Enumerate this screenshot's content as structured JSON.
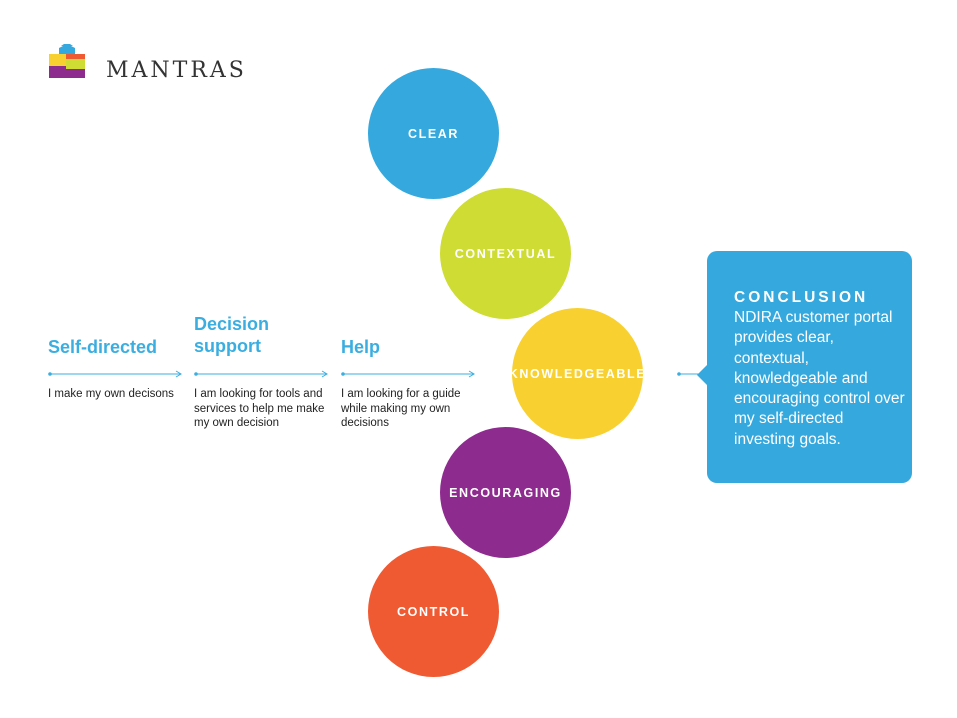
{
  "brand": {
    "name": "MANTRAS",
    "logo_icon": "house-blocks-icon"
  },
  "stages": [
    {
      "title": "Self-directed",
      "description": "I make my own decisons"
    },
    {
      "title": "Decision support",
      "description": "I am looking for tools and services to help me make my own  decision"
    },
    {
      "title": "Help",
      "description": "I am looking for a guide while making my own decisions"
    }
  ],
  "mantras": [
    {
      "label": "CLEAR",
      "color": "#35a8de"
    },
    {
      "label": "CONTEXTUAL",
      "color": "#cedc34"
    },
    {
      "label": "KNOWLEDGEABLE",
      "color": "#f8d030"
    },
    {
      "label": "ENCOURAGING",
      "color": "#8e2b8e"
    },
    {
      "label": "CONTROL",
      "color": "#ef5a32"
    }
  ],
  "conclusion": {
    "title": "CONCLUSION",
    "text": "NDIRA customer portal provides clear, contextual, knowledgeable and encouraging control over my self-directed investing goals.",
    "color": "#35a8de"
  },
  "colors": {
    "accent": "#3aaee0",
    "text": "#222222"
  }
}
